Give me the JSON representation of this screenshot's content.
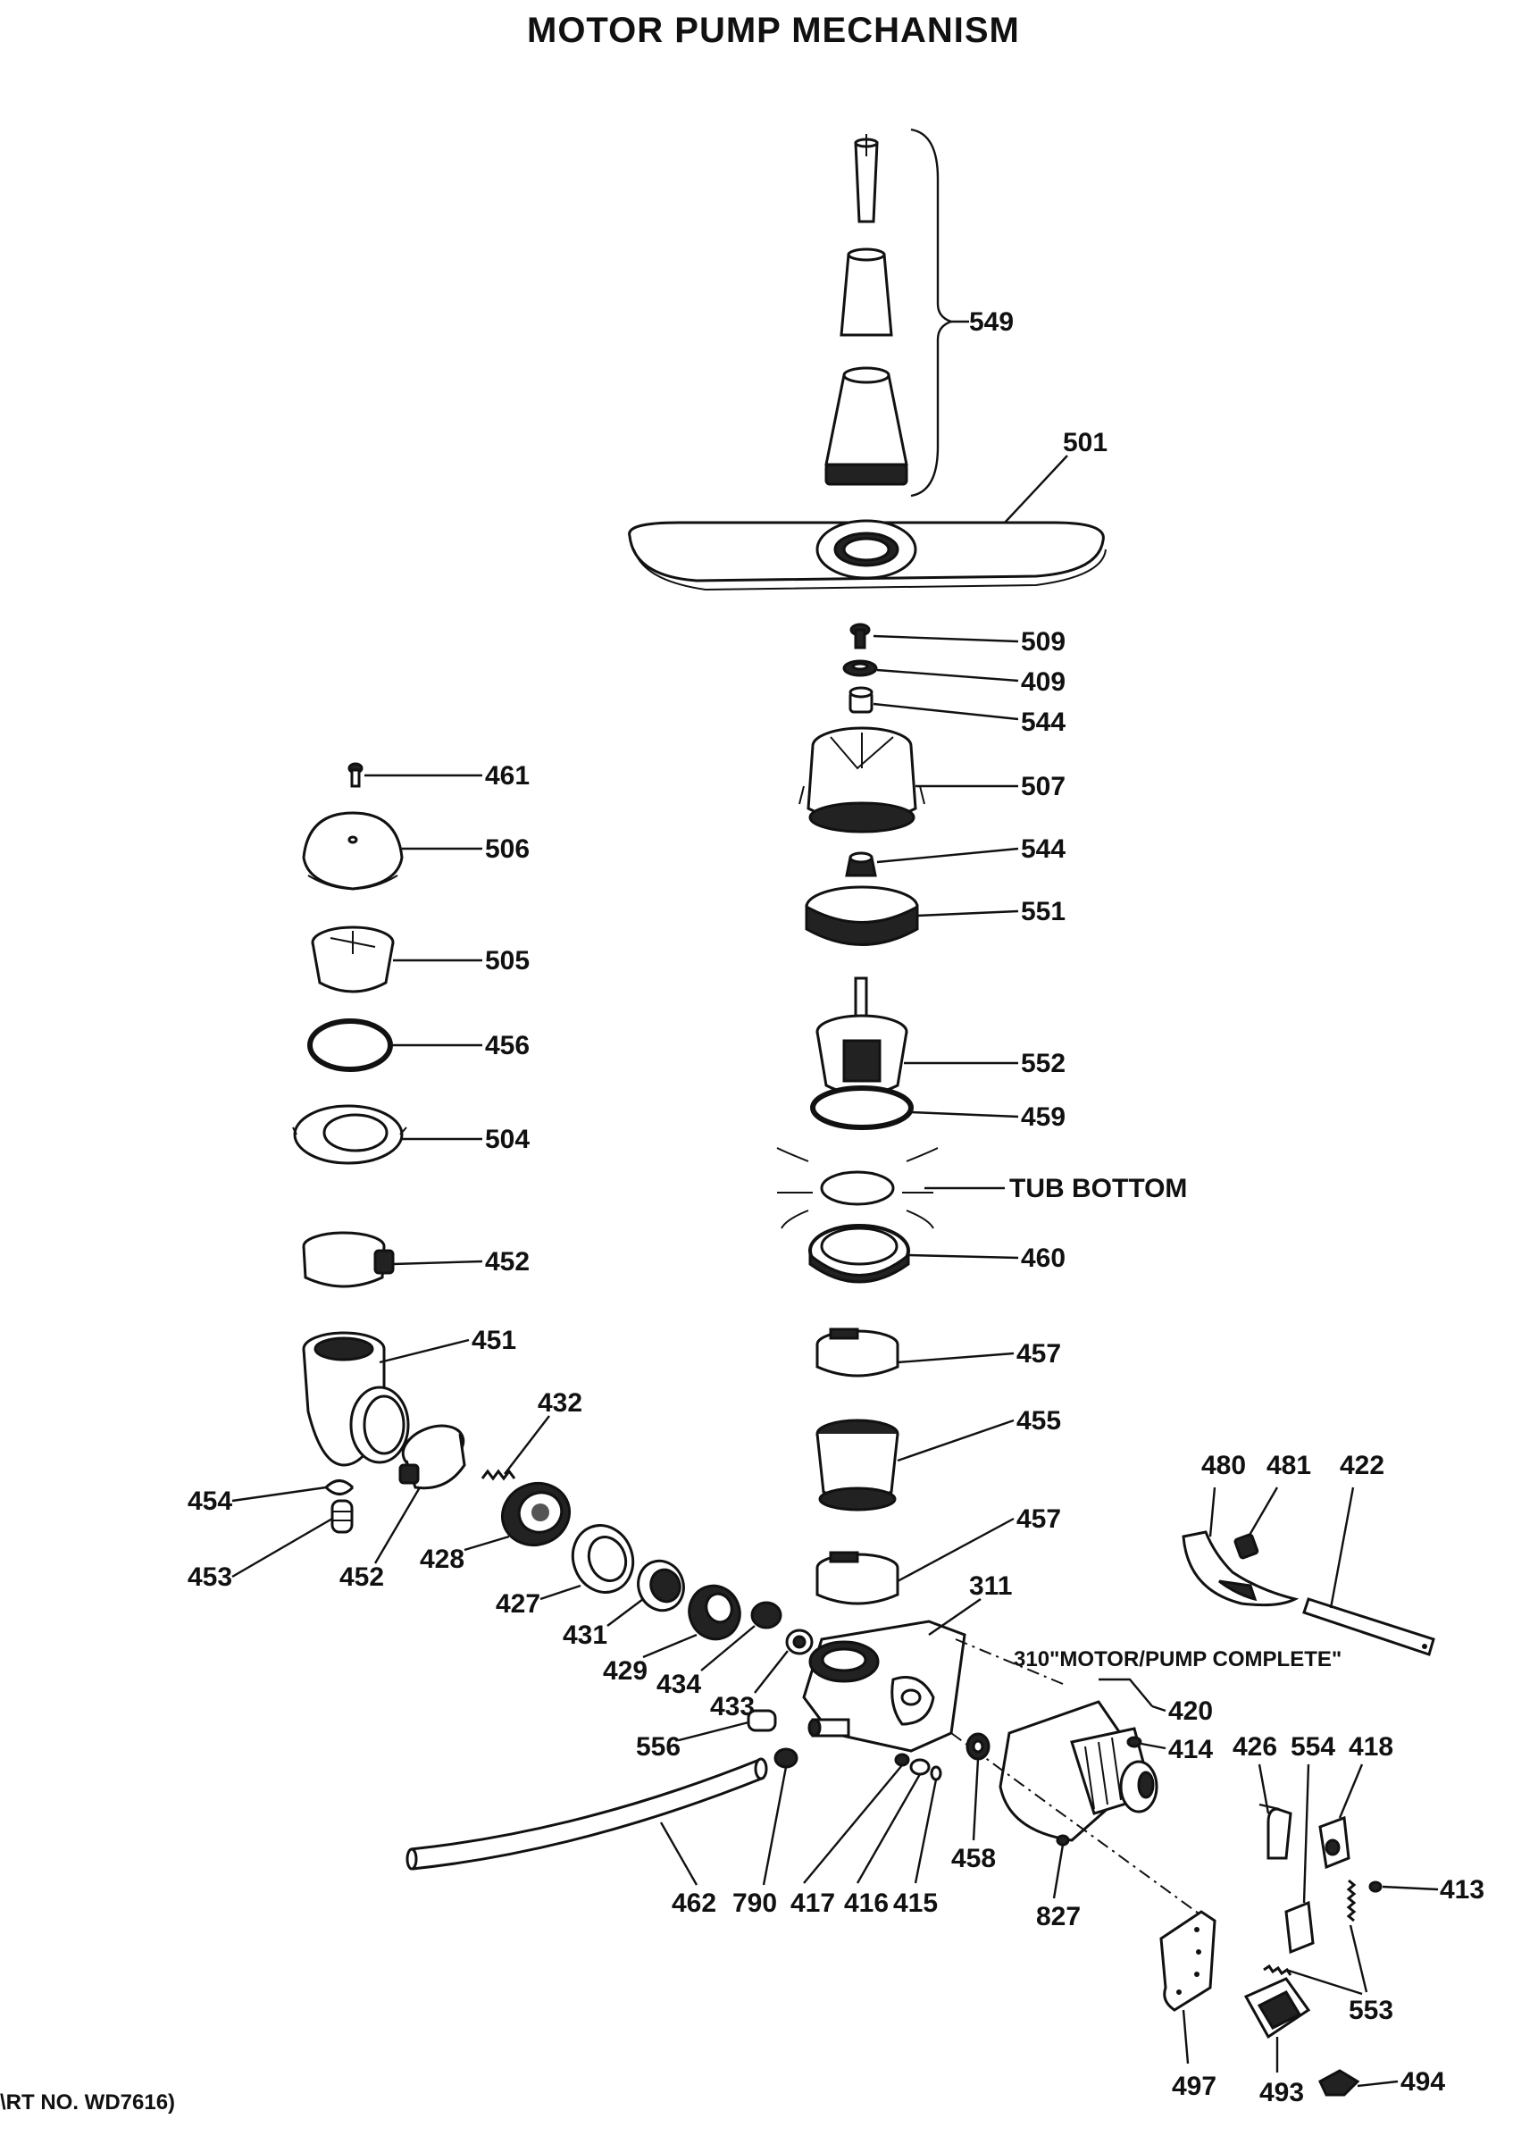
{
  "title": "MOTOR PUMP MECHANISM",
  "footer": "\\RT NO. WD7616)",
  "labels": {
    "l549": "549",
    "l501": "501",
    "l509": "509",
    "l409": "409",
    "l544a": "544",
    "l507": "507",
    "l544b": "544",
    "l551": "551",
    "l552": "552",
    "l459": "459",
    "ltub": "TUB BOTTOM",
    "l460": "460",
    "l457a": "457",
    "l455": "455",
    "l457b": "457",
    "l311": "311",
    "l310": "310\"MOTOR/PUMP COMPLETE\"",
    "l420": "420",
    "l414": "414",
    "l461": "461",
    "l506": "506",
    "l505": "505",
    "l456": "456",
    "l504": "504",
    "l452a": "452",
    "l451": "451",
    "l432": "432",
    "l454": "454",
    "l453": "453",
    "l452b": "452",
    "l428": "428",
    "l427": "427",
    "l431": "431",
    "l429": "429",
    "l434": "434",
    "l433": "433",
    "l556": "556",
    "l462": "462",
    "l790": "790",
    "l417": "417",
    "l416": "416",
    "l415": "415",
    "l458": "458",
    "l827": "827",
    "l480": "480",
    "l481": "481",
    "l422": "422",
    "l426": "426",
    "l554": "554",
    "l418": "418",
    "l413": "413",
    "l553": "553",
    "l497": "497",
    "l493": "493",
    "l494": "494"
  }
}
